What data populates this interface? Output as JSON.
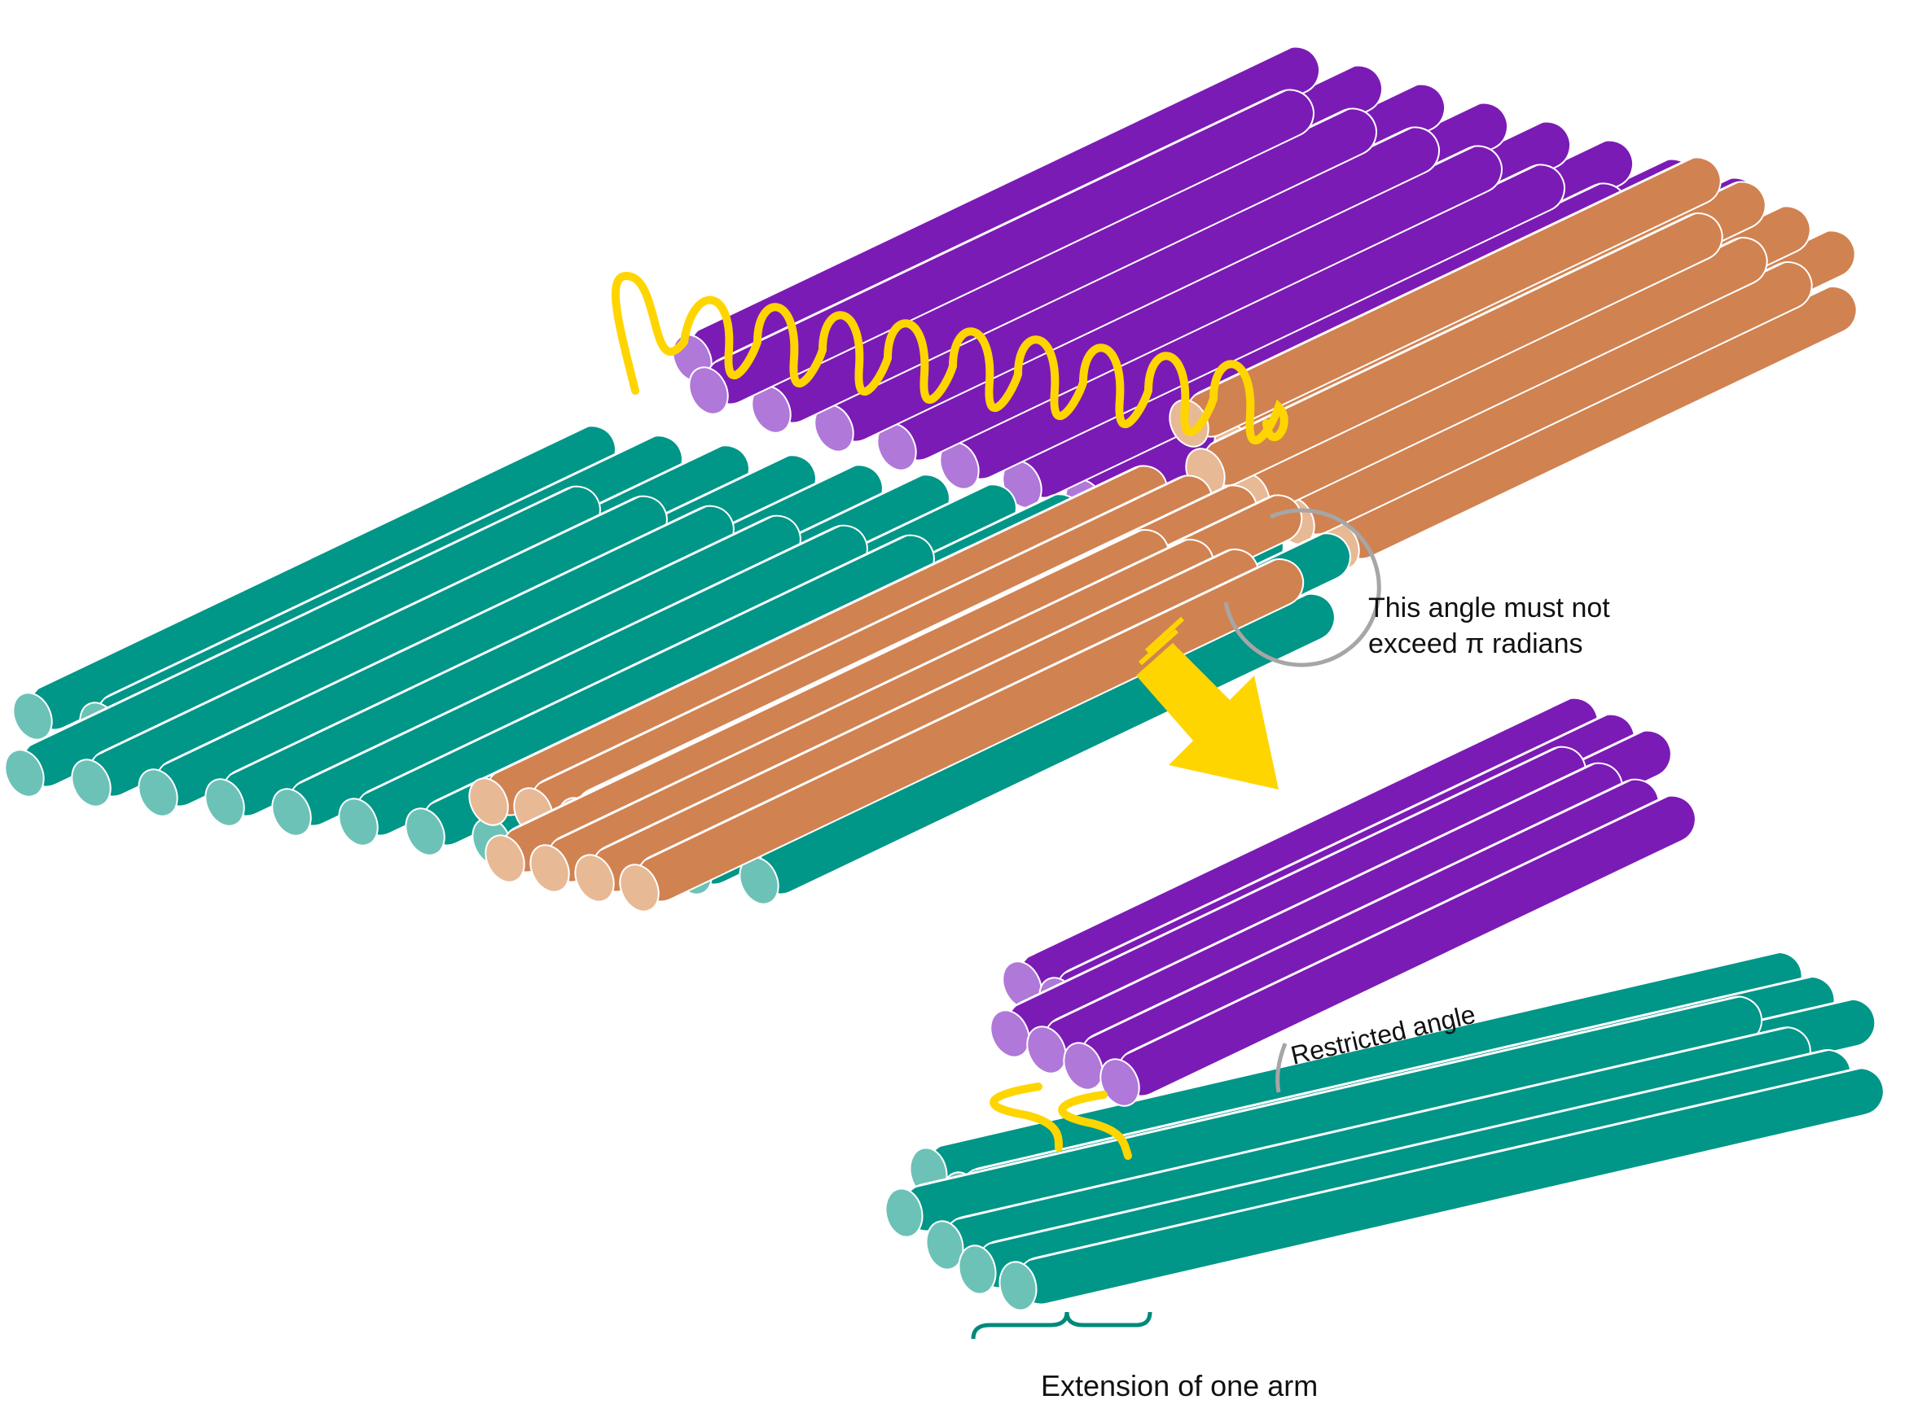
{
  "colors": {
    "teal_body": "#009688",
    "teal_cap": "#6cc2b6",
    "orange_body": "#d18251",
    "orange_cap": "#e8b995",
    "purple_body": "#7b1bb5",
    "purple_cap": "#b078d9",
    "linker": "#ffd500",
    "annotation_line": "#a6a6a6",
    "brace": "#00897b",
    "text": "#111111"
  },
  "labels": {
    "angle_note_line1": "This angle must not",
    "angle_note_line2": "exceed π radians",
    "restricted_angle": "Restricted angle",
    "extension": "Extension of one arm"
  }
}
